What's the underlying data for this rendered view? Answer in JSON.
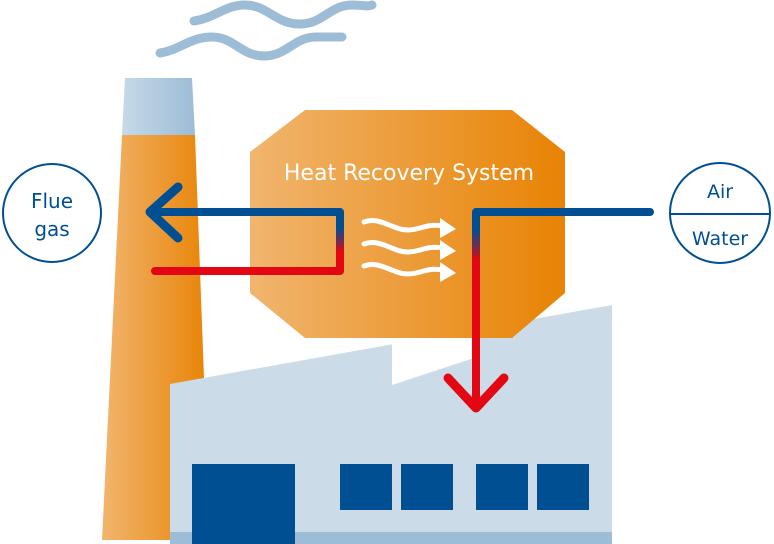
{
  "diagram": {
    "title": "Heat Recovery System",
    "left_node": {
      "line1": "Flue",
      "line2": "gas"
    },
    "right_node": {
      "top": "Air",
      "bottom": "Water"
    }
  },
  "colors": {
    "pipe_cold": "#004f93",
    "pipe_hot": "#e30613",
    "orange_light": "#f1b56e",
    "orange_dark": "#e88304",
    "building": "#cbdce8",
    "building_base": "#9dbcd6",
    "windows": "#004f93",
    "smoke": "#9dbcd6",
    "chimney_top_light": "#c6d9e8",
    "chimney_top_dark": "#9dbcd6",
    "circle": "#004f93",
    "heat_waves": "#ffffff"
  }
}
